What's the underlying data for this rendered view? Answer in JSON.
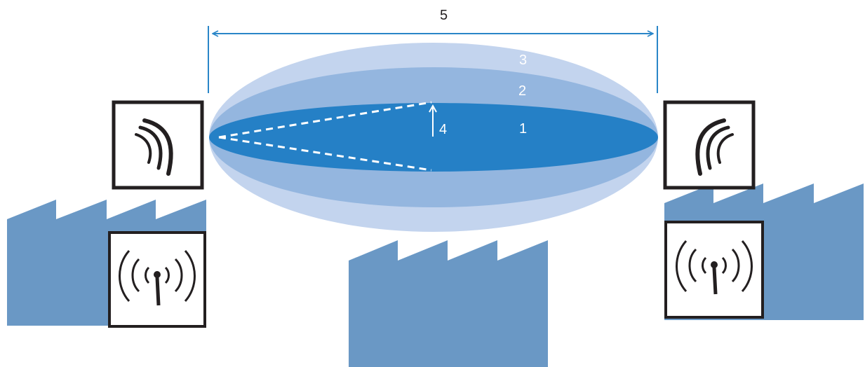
{
  "labels": {
    "zone_1": "1",
    "zone_2": "2",
    "zone_3": "3",
    "clearance": "4",
    "distance": "5"
  },
  "colors": {
    "building": "#6a98c5",
    "zone_1": "#2580c6",
    "zone_2": "#94b6df",
    "zone_3": "#c3d4ee",
    "dimension_line": "#2a86c8",
    "icon_stroke": "#231f20",
    "label_dark": "#231f20",
    "label_light": "#ffffff"
  },
  "icons": {
    "left_dish": "parabolic-dish-icon",
    "right_dish": "parabolic-dish-icon",
    "left_antenna": "radio-antenna-icon",
    "right_antenna": "radio-antenna-icon"
  }
}
